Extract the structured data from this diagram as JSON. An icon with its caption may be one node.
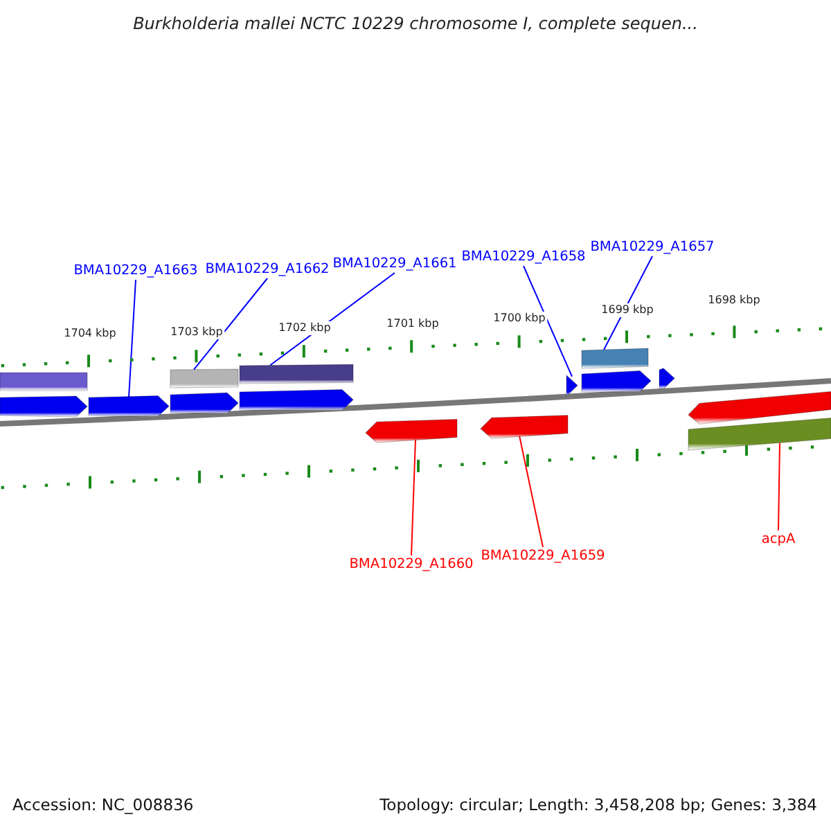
{
  "diagram": {
    "title": "Burkholderia mallei NCTC 10229 chromosome I, complete sequen...",
    "nodes": [
      {
        "text": [
          "BMA10229_A1663"
        ]
      },
      {
        "text": [
          "BMA10229_A1662"
        ]
      },
      {
        "text": [
          "BMA10229_A1661"
        ]
      },
      {
        "text": [
          "BMA10229_A1658"
        ]
      },
      {
        "text": [
          "BMA10229_A1657"
        ]
      },
      {
        "text": [
          "BMA10229_A1660"
        ]
      },
      {
        "text": [
          "BMA10229_A1659"
        ]
      },
      {
        "text": [
          "acpA"
        ]
      },
      {
        "text": [],
        "shape": "bar"
      },
      {
        "text": [],
        "shape": "arrow"
      },
      {
        "text": [],
        "shape": "arrow"
      },
      {
        "text": [],
        "shape": "bar"
      },
      {
        "text": [],
        "shape": "arrow"
      },
      {
        "text": [],
        "shape": "bar"
      },
      {
        "text": [],
        "shape": "arrow"
      },
      {
        "text": [],
        "shape": "arrow"
      },
      {
        "text": [],
        "shape": "arrow"
      },
      {
        "text": [],
        "shape": "arrow"
      },
      {
        "text": [],
        "shape": "bar"
      },
      {
        "text": [],
        "shape": "arrow"
      },
      {
        "text": [],
        "shape": "arrow"
      },
      {
        "text": [],
        "shape": "arrow"
      },
      {
        "text": [],
        "shape": "bar"
      }
    ],
    "edges": [
      {
        "from": 0,
        "to": 10,
        "arrow": "none"
      },
      {
        "from": 1,
        "to": 11,
        "arrow": "none"
      },
      {
        "from": 2,
        "to": 13,
        "arrow": "none"
      },
      {
        "from": 3,
        "to": 17,
        "arrow": "none"
      },
      {
        "from": 4,
        "to": 18,
        "arrow": "none"
      },
      {
        "from": 5,
        "to": 15,
        "arrow": "none",
        "color": "#ff0000"
      },
      {
        "from": 6,
        "to": 16,
        "arrow": "none",
        "color": "#ff0000"
      },
      {
        "from": 7,
        "to": 22,
        "arrow": "none",
        "color": "#ff0000"
      }
    ],
    "labels": [
      "1704 kbp",
      "1703 kbp",
      "1702 kbp",
      "1701 kbp",
      "1700 kbp",
      "1699 kbp",
      "1698 kbp",
      "Accession: NC_008836",
      "Topology: circular; Length: 3,458,208 bp; Genes: 3,384"
    ]
  }
}
